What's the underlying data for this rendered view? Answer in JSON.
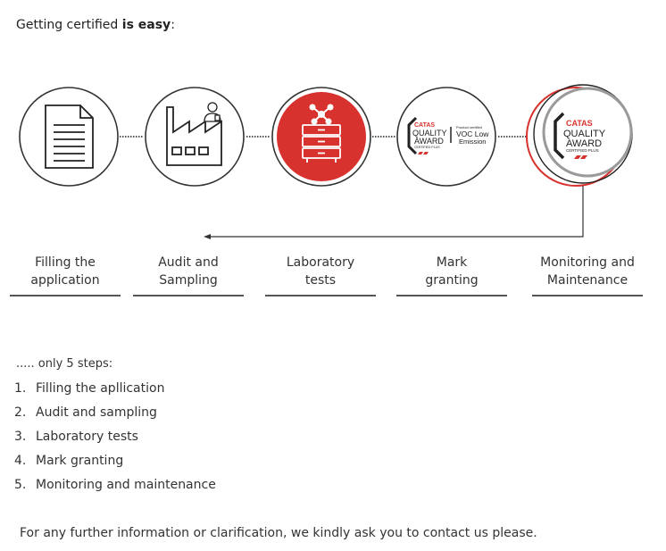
{
  "intro": {
    "prefix": "Getting certified ",
    "bold": "is easy",
    "suffix": ":"
  },
  "badges": {
    "catas": "CATAS",
    "quality": "QUALITY",
    "award": "AWARD",
    "certified_plus": "CERTIFIED PLUS",
    "product_certified": "Product certified",
    "voc_line1": "VOC Low",
    "voc_line2": "Emission"
  },
  "colors": {
    "accent": "#d8322e",
    "ring_gray": "#9a9a9a",
    "text": "#333333"
  },
  "steps_labels": [
    {
      "line1": "Filling the",
      "line2": "application"
    },
    {
      "line1": "Audit and",
      "line2": "Sampling"
    },
    {
      "line1": "Laboratory",
      "line2": "tests"
    },
    {
      "line1": "Mark",
      "line2": "granting"
    },
    {
      "line1": "Monitoring and",
      "line2": "Maintenance"
    }
  ],
  "note": "..... only 5 steps:",
  "list": [
    {
      "num": "1.",
      "text": "Filling the apllication"
    },
    {
      "num": "2.",
      "text": "Audit and sampling"
    },
    {
      "num": "3.",
      "text": "Laboratory tests"
    },
    {
      "num": "4.",
      "text": "Mark granting"
    },
    {
      "num": "5.",
      "text": "Monitoring and maintenance"
    }
  ],
  "footer": "For any further information or clarification, we kindly ask you to contact us please."
}
